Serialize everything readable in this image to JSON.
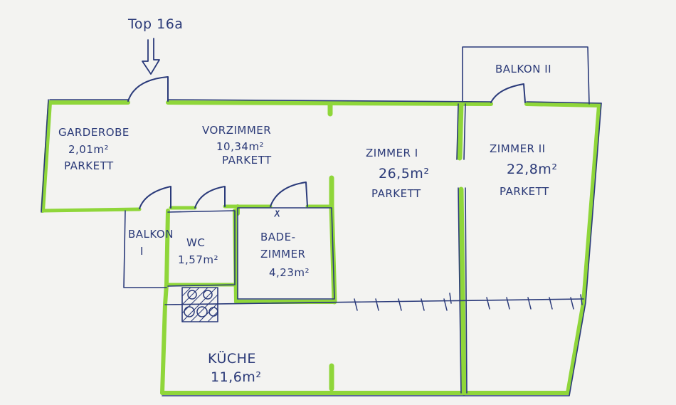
{
  "entrance": {
    "label": "Top 16a"
  },
  "rooms": {
    "garderobe": {
      "name": "GARDEROBE",
      "area": "2,01m²",
      "floor": "PARKETT"
    },
    "vorzimmer": {
      "name": "VORZIMMER",
      "area": "10,34m²",
      "floor": "PARKETT"
    },
    "zimmer1": {
      "name": "ZIMMER I",
      "area": "26,5m²",
      "floor": "PARKETT"
    },
    "zimmer2": {
      "name": "ZIMMER II",
      "area": "22,8m²",
      "floor": "PARKETT"
    },
    "balkon1": {
      "name": "BALKON",
      "numeral": "I"
    },
    "balkon2": {
      "name": "BALKON II"
    },
    "wc": {
      "name": "WC",
      "area": "1,57m²"
    },
    "badezimmer": {
      "name_line1": "BADE-",
      "name_line2": "ZIMMER",
      "area": "4,23m²"
    },
    "kueche": {
      "name": "KÜCHE",
      "area": "11,6m²"
    }
  },
  "colors": {
    "paper": "#f3f3f1",
    "highlight": "#8fd63a",
    "ink": "#2a3a7a",
    "text": "#2b3a78"
  }
}
